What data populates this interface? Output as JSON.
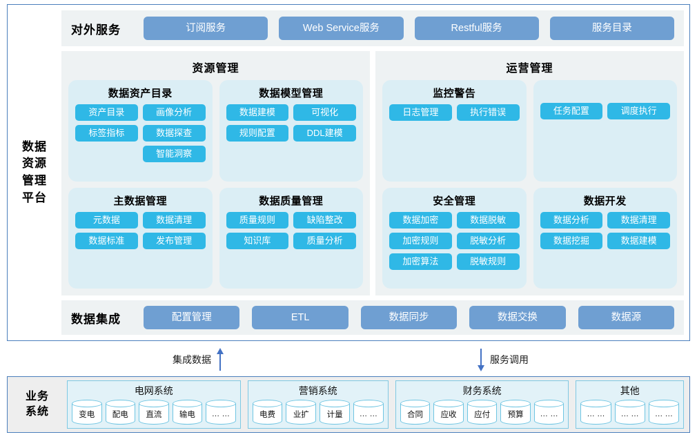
{
  "platform": {
    "label": "数据\n资源\n管理\n平台",
    "external_services": {
      "title": "对外服务",
      "buttons": [
        "订阅服务",
        "Web Service服务",
        "Restful服务",
        "服务目录"
      ]
    },
    "sections": [
      {
        "title": "资源管理",
        "cards": [
          {
            "title": "数据资产目录",
            "col_left": [
              "资产目录",
              "标签指标"
            ],
            "col_right": [
              "画像分析",
              "数据探查",
              "智能洞察"
            ]
          },
          {
            "title": "数据模型管理",
            "col_left": [
              "数据建模",
              "规则配置"
            ],
            "col_right": [
              "可视化",
              "DDL建模"
            ]
          },
          {
            "title": "主数据管理",
            "col_left": [
              "元数据",
              "数据标准"
            ],
            "col_right": [
              "数据清理",
              "发布管理"
            ]
          },
          {
            "title": "数据质量管理",
            "col_left": [
              "质量规则",
              "知识库"
            ],
            "col_right": [
              "缺陷整改",
              "质量分析"
            ]
          }
        ]
      },
      {
        "title": "运营管理",
        "cards": [
          {
            "title": "监控警告",
            "col_left": [
              "日志管理"
            ],
            "col_right": [
              "执行错误"
            ]
          },
          {
            "title": "",
            "col_left": [
              "任务配置"
            ],
            "col_right": [
              "调度执行"
            ]
          },
          {
            "title": "安全管理",
            "col_left": [
              "数据加密",
              "加密规则",
              "加密算法"
            ],
            "col_right": [
              "数据脱敏",
              "脱敏分析",
              "脱敏规则"
            ]
          },
          {
            "title": "数据开发",
            "col_left": [
              "数据分析",
              "数据挖掘"
            ],
            "col_right": [
              "数据清理",
              "数据建模"
            ]
          }
        ]
      }
    ],
    "data_integration": {
      "title": "数据集成",
      "buttons": [
        "配置管理",
        "ETL",
        "数据同步",
        "数据交换",
        "数据源"
      ]
    }
  },
  "flows": {
    "up_label": "集成数据",
    "down_label": "服务调用"
  },
  "business_systems": {
    "label": "业务\n系统",
    "groups": [
      {
        "title": "电网系统",
        "items": [
          "变电",
          "配电",
          "直流",
          "输电",
          "… …"
        ]
      },
      {
        "title": "营销系统",
        "items": [
          "电费",
          "业扩",
          "计量",
          "… …"
        ]
      },
      {
        "title": "财务系统",
        "items": [
          "合同",
          "应收",
          "应付",
          "预算",
          "… …"
        ]
      },
      {
        "title": "其他",
        "items": [
          "… …",
          "… …",
          "… …"
        ]
      }
    ]
  },
  "colors": {
    "outer_border": "#4a7ebc",
    "panel_bg": "#eef2f3",
    "card_bg": "#dbeef5",
    "chip_blue": "#2fb8e6",
    "steel_blue": "#6f9fd2",
    "biz_bg": "#eeeeee",
    "biz_group_border": "#7ec8e3",
    "biz_group_bg": "#e2f2f8",
    "arrow_blue": "#4472c4"
  }
}
